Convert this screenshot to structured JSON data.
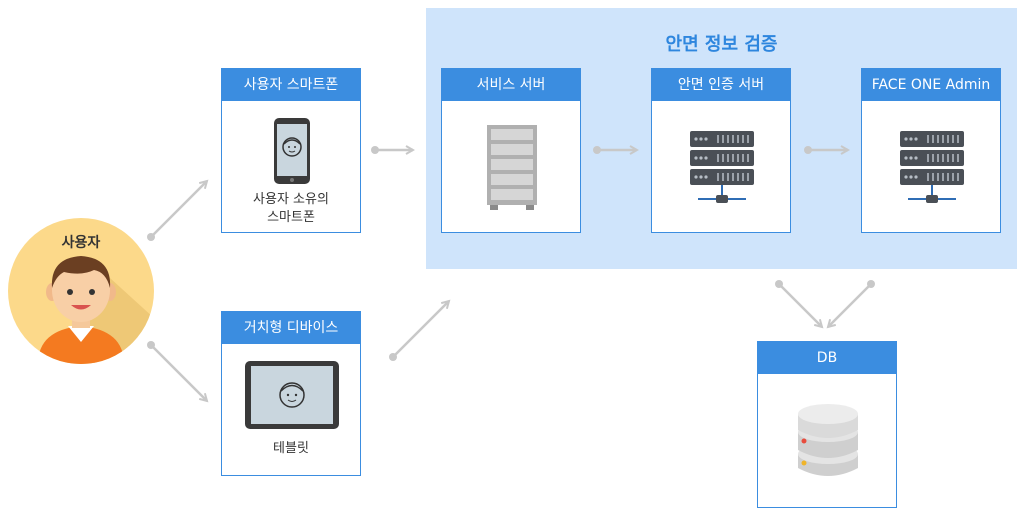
{
  "region": {
    "title": "안면 정보 검증"
  },
  "user": {
    "label": "사용자"
  },
  "cards": {
    "smartphone": {
      "title": "사용자 스마트폰",
      "caption_line1": "사용자 소유의",
      "caption_line2": "스마트폰"
    },
    "fixed_device": {
      "title": "거치형 디바이스",
      "caption": "테블릿"
    },
    "service_server": {
      "title": "서비스 서버"
    },
    "face_auth_server": {
      "title": "안면 인증 서버"
    },
    "face_one_admin": {
      "title": "FACE ONE Admin"
    },
    "db": {
      "title": "DB"
    }
  },
  "icons": {
    "user": "person-avatar-icon",
    "smartphone": "smartphone-face-icon",
    "tablet": "tablet-face-icon",
    "service_server": "server-rack-icon",
    "face_auth_server": "network-server-icon",
    "face_one_admin": "network-server-icon",
    "db": "database-icon"
  },
  "colors": {
    "accent": "#3b8de0",
    "region_bg": "#cfe4fb",
    "region_title": "#2e86de",
    "arrow": "#c8c8c8",
    "user_bg": "#fcd98a",
    "shirt": "#f47a20"
  }
}
